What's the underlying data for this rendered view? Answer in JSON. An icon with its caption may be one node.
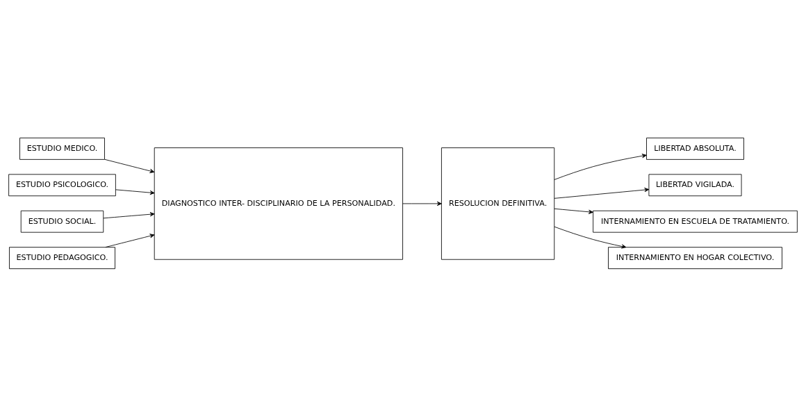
{
  "diagram": {
    "nodes": [
      {
        "text": [
          "ESTUDIO MEDICO."
        ]
      },
      {
        "text": [
          "ESTUDIO PSICOLOGICO."
        ]
      },
      {
        "text": [
          "ESTUDIO SOCIAL."
        ]
      },
      {
        "text": [
          "ESTUDIO PEDAGOGICO."
        ]
      },
      {
        "text": [
          "DIAGNOSTICO INTER- DISCIPLINARIO DE LA PERSONALIDAD."
        ]
      },
      {
        "text": [
          "RESOLUCION DEFINITIVA."
        ]
      },
      {
        "text": [
          "LIBERTAD ABSOLUTA."
        ]
      },
      {
        "text": [
          "LIBERTAD VIGILADA."
        ]
      },
      {
        "text": [
          "INTERNAMIENTO EN ESCUELA DE TRATAMIENTO."
        ]
      },
      {
        "text": [
          "INTERNAMIENTO EN HOGAR COLECTIVO."
        ]
      }
    ],
    "edges": [
      {
        "from": 0,
        "to": 4,
        "arrow": "to"
      },
      {
        "from": 1,
        "to": 4,
        "arrow": "to"
      },
      {
        "from": 2,
        "to": 4,
        "arrow": "to"
      },
      {
        "from": 3,
        "to": 4,
        "arrow": "to"
      },
      {
        "from": 4,
        "to": 5,
        "arrow": "to"
      },
      {
        "from": 5,
        "to": 6,
        "arrow": "to"
      },
      {
        "from": 5,
        "to": 7,
        "arrow": "to"
      },
      {
        "from": 5,
        "to": 8,
        "arrow": "to"
      },
      {
        "from": 5,
        "to": 9,
        "arrow": "to"
      }
    ]
  }
}
